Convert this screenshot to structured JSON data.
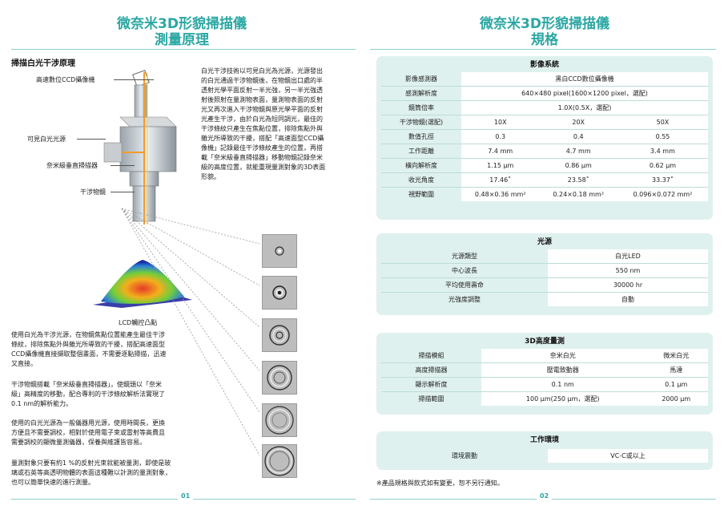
{
  "left": {
    "title_line1": "微奈米3D形貌掃描儀",
    "title_line2": "測量原理",
    "section_label": "掃描白光干涉原理",
    "callouts": {
      "ccd": "高速數位CCD攝像機",
      "light": "可見白光光源",
      "scanner": "奈米級垂直掃描器",
      "objective": "干涉物鏡",
      "led": "LCD觸控凸點"
    },
    "intro_lines": [
      "白光干涉技術以可見白光為光源，光源發出",
      "的白光通過干涉物鏡後，在物鏡出口處的半",
      "透射光學平面反射一半光強，另一半光強透",
      "射後照射在量測物表面，量測物表面的反射",
      "光又再次進入干涉物鏡與原光學平面的反射",
      "光產生干涉，由於白光為短同調光，最佳的",
      "干涉條紋只產生在焦點位置，排除焦點外與",
      "雜光所導致的干擾，搭配「高速面型CCD攝",
      "像機」記錄最佳干涉條紋產生的位置，再搭",
      "載「奈米級垂直掃描器」移動物鏡記錄奈米",
      "級的高度位置，就能重現量測對象的3D表面",
      "形貌。"
    ],
    "body_paragraphs": [
      [
        "使用白光為干涉光源，在物鏡焦點位置能產生最佳干涉",
        "條紋，排除焦點外與雜光所導致的干擾，搭配高速面型",
        "CCD攝像機直接擷取整個畫面，不需要逐點掃描，迅速",
        "又直接。"
      ],
      [
        "干涉物鏡搭載「奈米級垂直掃描器」，使鏡頭以「奈米",
        "級」高精度的移動，配合專利的干涉條紋解析法實現了",
        "0.1 nm的解析能力。"
      ],
      [
        "使用的白光光源為一般儀器用光源，使用時間長，更換",
        "方便且不需要調校，相對於使用電子束或雷射等高費且",
        "需要調校的顯微量測儀器，保養與維護皆容易。"
      ],
      [
        "量測對象只要有約1 %的反射光束就能被量測，即使是玻",
        "璃或石英等高透明物體的表面這種難以計測的量測對象，",
        "也可以簡單快速的進行測量。"
      ]
    ],
    "page_number": "01"
  },
  "right": {
    "title_line1": "微奈米3D形貌掃描儀",
    "title_line2": "規格",
    "imaging": {
      "heading": "影像系統",
      "rows": [
        {
          "label": "影像感測器",
          "cells": [
            "黑白CCD數位攝像機"
          ]
        },
        {
          "label": "感測解析度",
          "cells": [
            "640×480 pixel(1600×1200 pixel，選配)"
          ]
        },
        {
          "label": "鏡筒倍率",
          "cells": [
            "1.0X(0.5X，選配)"
          ]
        },
        {
          "label": "干涉物鏡(選配)",
          "cells": [
            "10X",
            "20X",
            "50X"
          ]
        },
        {
          "label": "數值孔徑",
          "cells": [
            "0.3",
            "0.4",
            "0.55"
          ]
        },
        {
          "label": "工作距離",
          "cells": [
            "7.4 mm",
            "4.7 mm",
            "3.4 mm"
          ]
        },
        {
          "label": "橫向解析度",
          "cells": [
            "1.15 μm",
            "0.86 μm",
            "0.62 μm"
          ]
        },
        {
          "label": "收光角度",
          "cells": [
            "17.46˚",
            "23.58˚",
            "33.37˚"
          ]
        },
        {
          "label": "視野範圍",
          "cells": [
            "0.48×0.36 mm²",
            "0.24×0.18 mm²",
            "0.096×0.072 mm²"
          ]
        }
      ]
    },
    "light": {
      "heading": "光源",
      "rows": [
        {
          "label": "光源類型",
          "value": "白光LED"
        },
        {
          "label": "中心波長",
          "value": "550 nm"
        },
        {
          "label": "平均使用壽命",
          "value": "30000 hr"
        },
        {
          "label": "光強度調整",
          "value": "自動"
        }
      ]
    },
    "height": {
      "heading": "3D高度量測",
      "rows": [
        {
          "label": "掃描模組",
          "cells": [
            "奈米白光",
            "微米白光"
          ]
        },
        {
          "label": "高度掃描器",
          "cells": [
            "壓電致動器",
            "馬達"
          ]
        },
        {
          "label": "顯示解析度",
          "cells": [
            "0.1 nm",
            "0.1 μm"
          ]
        },
        {
          "label": "掃描範圍",
          "cells": [
            "100 μm(250 μm，選配)",
            "2000 μm"
          ]
        }
      ]
    },
    "environment": {
      "heading": "工作環境",
      "rows": [
        {
          "label": "環境震動",
          "value": "VC-C或以上"
        }
      ]
    },
    "footnote": "※產品規格與款式如有變更，恕不另行通知。",
    "page_number": "02"
  },
  "colors": {
    "accent": "#2ba7a3",
    "panel": "#dff1ee"
  }
}
